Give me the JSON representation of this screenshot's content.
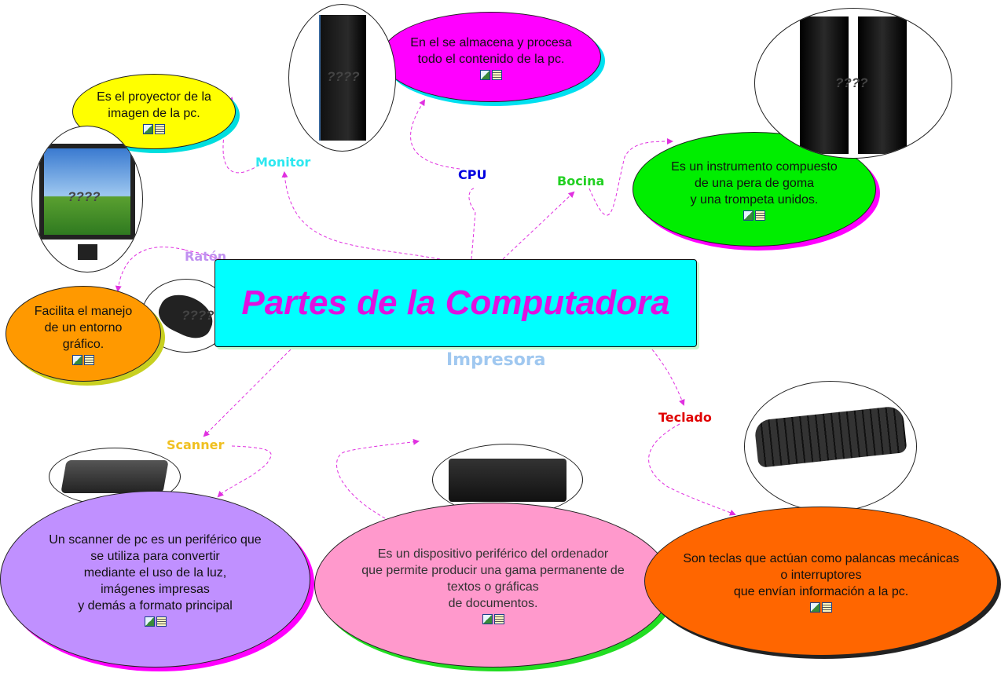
{
  "title": "Partes de la Computadora",
  "placeholder_image_text": "????",
  "colors": {
    "link": "#e030e0",
    "main_box": "#00ffff",
    "title": "#e010e0"
  },
  "nodes": {
    "monitor": {
      "label": "Monitor",
      "lines": [
        "Es el proyector de la",
        "imagen de la pc."
      ]
    },
    "cpu": {
      "label": "CPU",
      "lines": [
        "En el se almacena y procesa",
        "todo el contenido de la pc."
      ]
    },
    "bocina": {
      "label": "Bocina",
      "lines": [
        "Es un instrumento compuesto",
        "de una pera de goma",
        "y una trompeta unidos."
      ]
    },
    "raton": {
      "label": "Ratón",
      "lines": [
        "Facilita el manejo",
        "de un entorno",
        "gráfico."
      ]
    },
    "impresora": {
      "label": "Impresora",
      "lines": [
        "Es un dispositivo periférico del ordenador",
        "que permite producir una gama permanente de",
        "textos o gráficas",
        "de documentos."
      ]
    },
    "scanner": {
      "label": "Scanner",
      "lines": [
        "Un scanner de pc es un periférico que",
        "se utiliza para convertir",
        "mediante el uso de la luz,",
        "imágenes impresas",
        "y demás a formato principal"
      ]
    },
    "teclado": {
      "label": "Teclado",
      "lines": [
        "Son teclas que actúan como palancas mecánicas",
        "o interruptores",
        "que envían información a la pc."
      ]
    }
  }
}
